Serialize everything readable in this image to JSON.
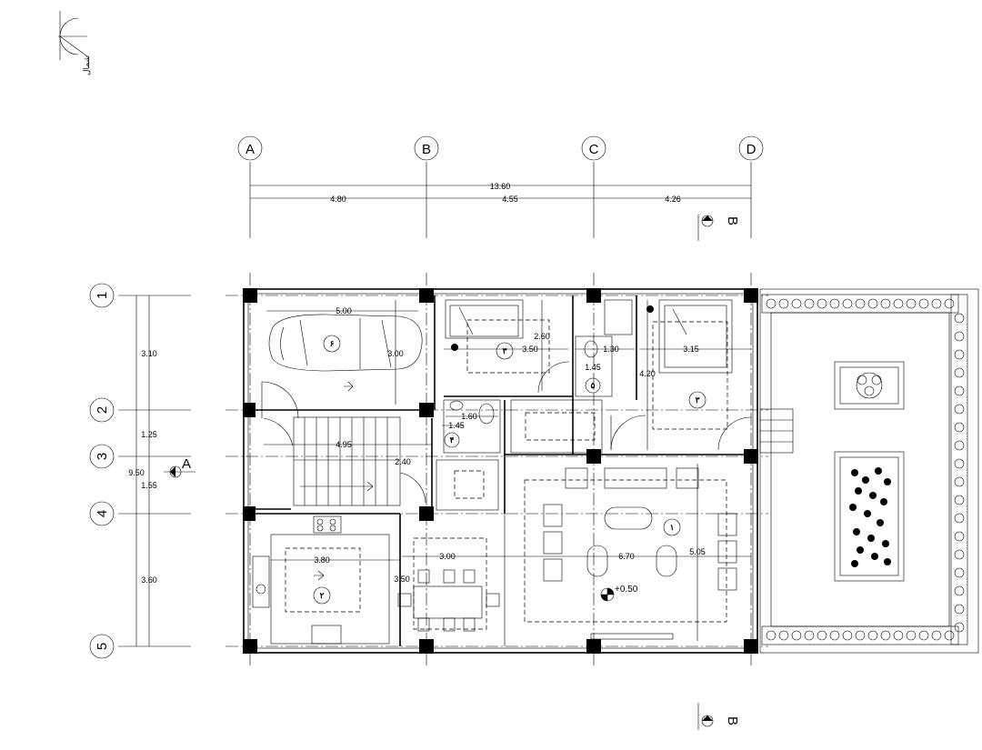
{
  "north_arrow": {
    "label": "شمال"
  },
  "axes": {
    "columns": [
      "A",
      "B",
      "C",
      "D"
    ],
    "rows": [
      "1",
      "2",
      "3",
      "4",
      "5"
    ]
  },
  "dimensions": {
    "overall_horizontal": "13.60",
    "horizontal_segments": [
      "4.80",
      "4.55",
      "4.26"
    ],
    "overall_vertical": "9.50",
    "vertical_segments": [
      "3.10",
      "1.25",
      "1.55",
      "3.60"
    ]
  },
  "room_dimensions": {
    "garage_width": "5.00",
    "garage_depth": "3.00",
    "bedroom_left_width": "3.50",
    "bedroom_left_depth": "2.60",
    "bath_width": "1.30",
    "bath_depth": "1.45",
    "bedroom_right_width": "3.15",
    "bedroom_right_depth": "4.20",
    "wc_width": "1.60",
    "wc_depth": "1.45",
    "stair_width": "4.95",
    "stair_landing": "2.40",
    "kitchen_width": "3.80",
    "dining_width": "3.00",
    "dining_depth": "3.50",
    "living_width": "6.70",
    "living_depth": "5.05"
  },
  "room_numbers": {
    "garage": "۶",
    "bedroom_left": "۳",
    "bath": "۵",
    "bedroom_right": "۳",
    "wc": "۴",
    "kitchen": "۲",
    "living": "۱"
  },
  "section_markers": {
    "top": "B",
    "bottom": "B",
    "side": "A"
  },
  "elevation": "+0.50"
}
